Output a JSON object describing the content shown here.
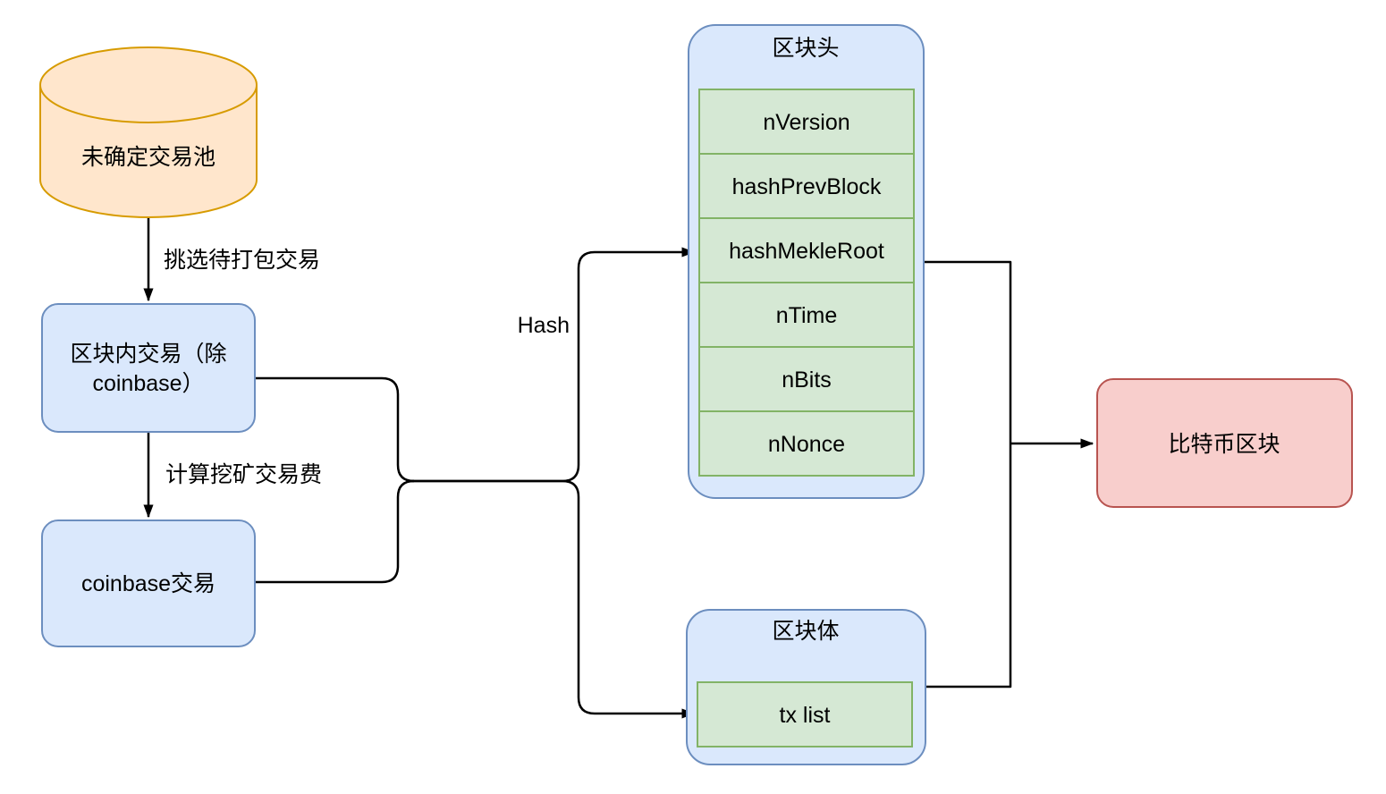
{
  "colors": {
    "pool_fill": "#FFE6CC",
    "pool_stroke": "#D79B00",
    "blue_fill": "#DAE8FC",
    "blue_stroke": "#6C8EBF",
    "green_fill": "#D5E8D4",
    "green_stroke": "#82B366",
    "red_fill": "#F8CECC",
    "red_stroke": "#B85450",
    "edge_color": "#000000",
    "background": "#FFFFFF"
  },
  "nodes": {
    "tx_pool": {
      "label": "未确定交易池",
      "shape": "cylinder"
    },
    "block_txs": {
      "lines": [
        "区块内交易（除",
        "coinbase）"
      ]
    },
    "coinbase_tx": {
      "label": "coinbase交易"
    },
    "block_header": {
      "title": "区块头",
      "fields": [
        "nVersion",
        "hashPrevBlock",
        "hashMekleRoot",
        "nTime",
        "nBits",
        "nNonce"
      ]
    },
    "block_body": {
      "title": "区块体",
      "fields": [
        "tx list"
      ]
    },
    "bitcoin_block": {
      "label": "比特币区块"
    }
  },
  "edge_labels": {
    "pick": "挑选待打包交易",
    "fee": "计算挖矿交易费",
    "hash": "Hash"
  }
}
